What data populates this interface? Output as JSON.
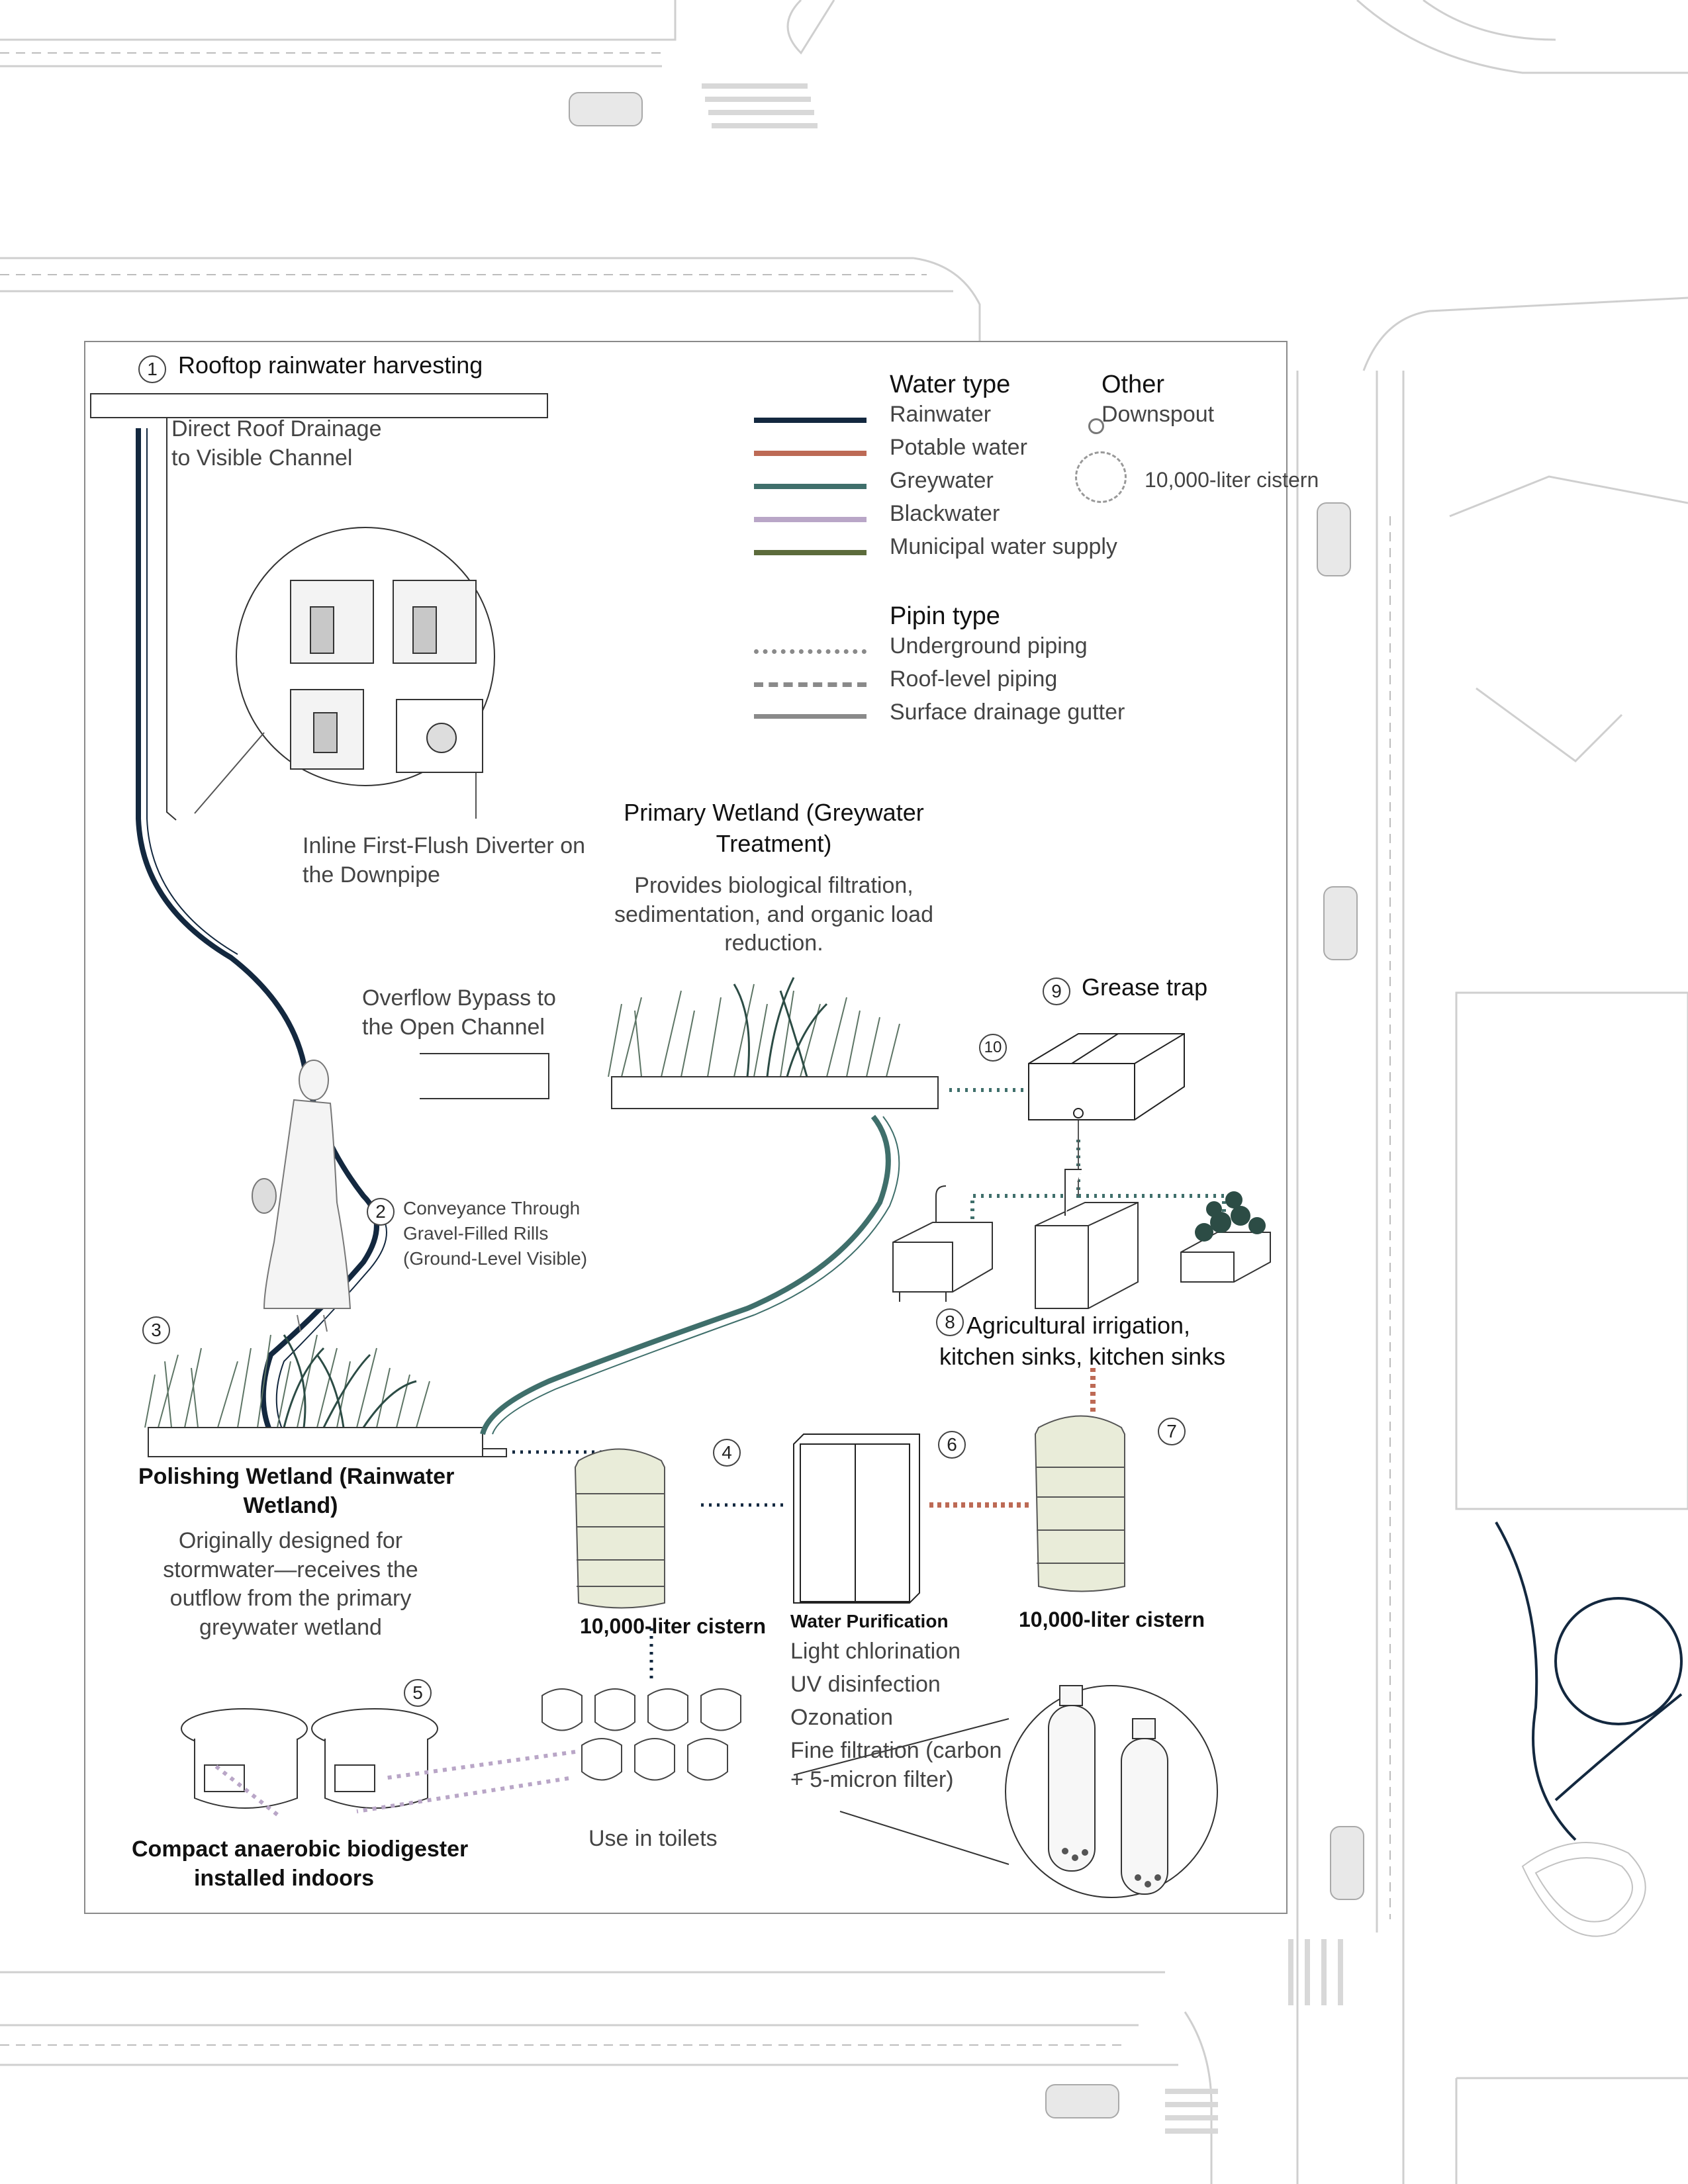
{
  "colors": {
    "rainwater": "#13283f",
    "potable": "#bd6a55",
    "greywater": "#3f6f6b",
    "blackwater": "#b9a6c7",
    "municipal": "#5c6b3b",
    "piping_grey": "#8a8a8a",
    "street_line": "#d2d2d2",
    "cistern_fill": "#e9ecd9"
  },
  "legend": {
    "water_type_title": "Water type",
    "water_types": [
      "Rainwater",
      "Potable water",
      "Greywater",
      "Blackwater",
      "Municipal water supply"
    ],
    "other_title": "Other",
    "other_items": [
      "Downspout",
      "10,000-liter cistern"
    ],
    "piping_title": "Pipin type",
    "piping_types": [
      "Underground piping",
      "Roof-level piping",
      "Surface drainage gutter"
    ]
  },
  "steps": {
    "s1": {
      "num": "1",
      "title": "Rooftop rainwater harvesting"
    },
    "s1_roof_drainage": "Direct Roof Drainage\nto Visible Channel",
    "s1_first_flush": "Inline First-Flush Diverter on\nthe Downpipe",
    "s1_overflow": "Overflow Bypass to\nthe Open Channel",
    "s2": {
      "num": "2",
      "text": "Conveyance Through\nGravel-Filled Rills\n(Ground-Level Visible)"
    },
    "s3": {
      "num": "3",
      "title": "Polishing Wetland (Rainwater\nWetland)",
      "desc": "Originally designed for\nstormwater—receives the\noutflow from the primary\ngreywater wetland"
    },
    "s4": {
      "num": "4",
      "label": "10,000-liter cistern"
    },
    "s5": {
      "num": "5",
      "title": "Compact anaerobic biodigester\ninstalled indoors"
    },
    "toilets": "Use in toilets",
    "s6": {
      "num": "6",
      "title": "Water Purification",
      "items": [
        "Light chlorination",
        "UV disinfection",
        "Ozonation",
        "Fine filtration (carbon\n+ 5-micron filter)"
      ]
    },
    "s7": {
      "num": "7",
      "label": "10,000-liter cistern"
    },
    "s8": {
      "num": "8",
      "title": "Agricultural irrigation,\nkitchen sinks, kitchen sinks"
    },
    "s9": {
      "num": "9",
      "title": "Grease trap"
    },
    "s10": {
      "num": "10"
    },
    "primary": {
      "title": "Primary Wetland (Greywater\nTreatment)",
      "desc": "Provides biological filtration,\nsedimentation, and organic load\nreduction."
    }
  }
}
